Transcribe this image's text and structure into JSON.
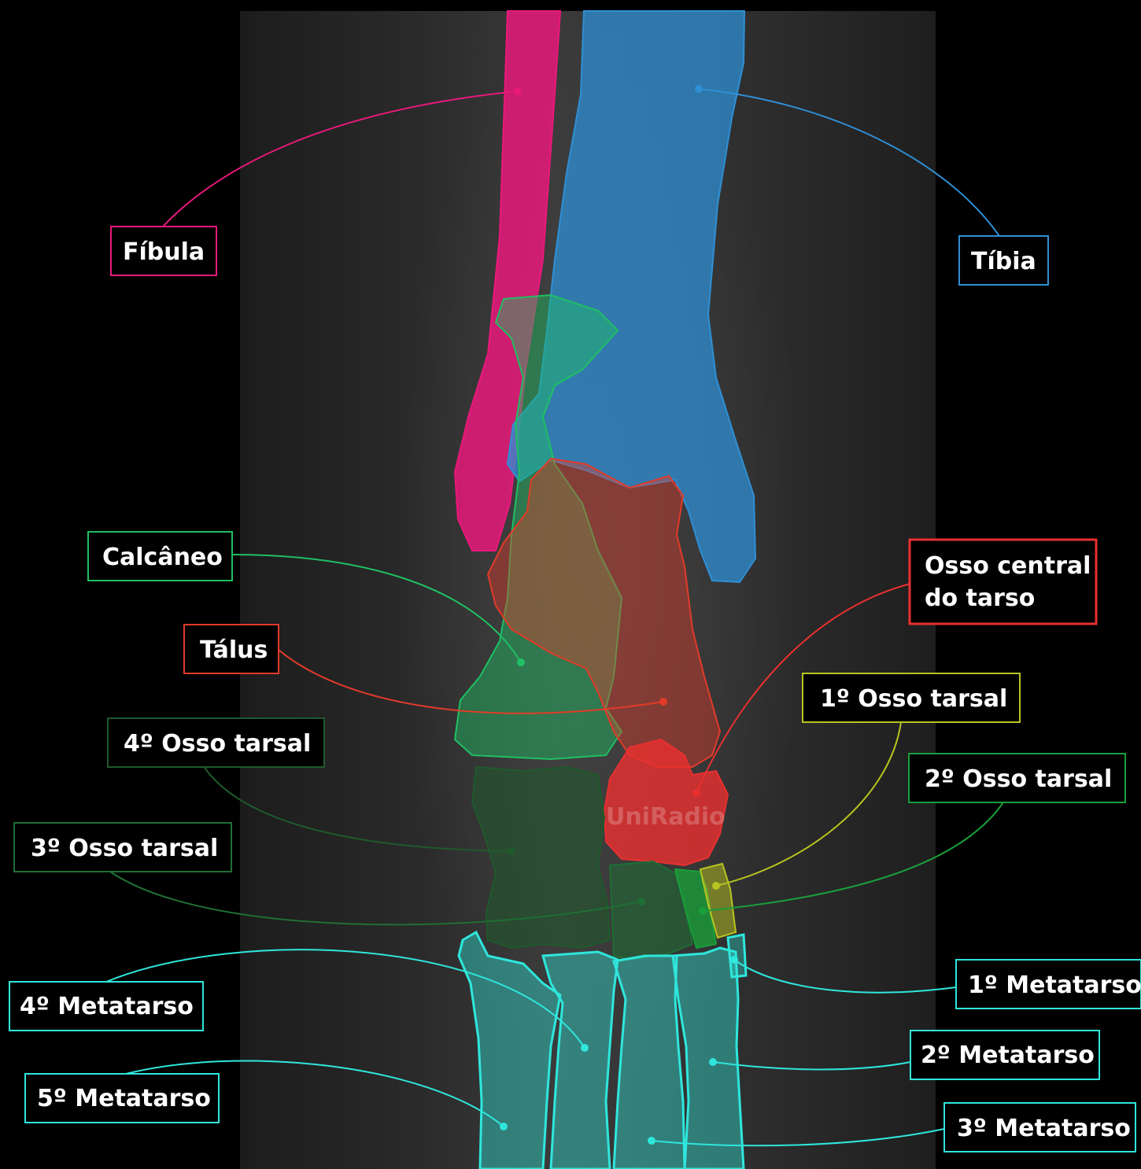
{
  "watermark": "UniRadio",
  "colors": {
    "fibula": "#e8197a",
    "tibia": "#2f8fd4",
    "calcaneo": "#1fbf63",
    "talus": "#e23b2a",
    "central": "#e83030",
    "tarsal1": "#b8c41f",
    "tarsal2": "#1a9e3a",
    "tarsal3": "#1f6e34",
    "tarsal4": "#1f5a2c",
    "metatarsal": "#2fe6dc"
  },
  "labels": {
    "fibula": "Fíbula",
    "tibia": "Tíbia",
    "calcaneo": "Calcâneo",
    "talus": "Tálus",
    "central_line1": "Osso central",
    "central_line2": "do tarso",
    "tarsal1": "1º Osso tarsal",
    "tarsal2": "2º Osso tarsal",
    "tarsal3": "3º Osso tarsal",
    "tarsal4": "4º Osso tarsal",
    "meta1": "1º Metatarso",
    "meta2": "2º Metatarso",
    "meta3": "3º Metatarso",
    "meta4": "4º Metatarso",
    "meta5": "5º Metatarso"
  }
}
